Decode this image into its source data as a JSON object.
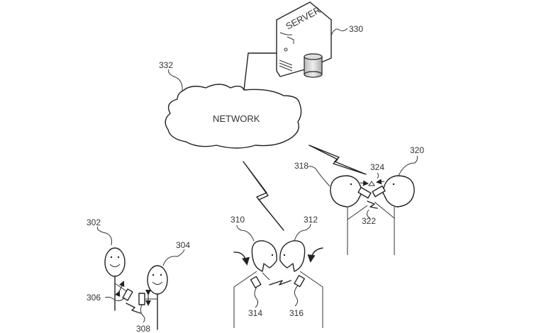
{
  "diagram": {
    "server": {
      "label": "SERVER",
      "ref": "330"
    },
    "network": {
      "label": "NETWORK",
      "ref": "332"
    },
    "people": [
      {
        "ref": "302",
        "description": "person (smiling, standing)"
      },
      {
        "ref": "304",
        "description": "person (smiling, standing)"
      },
      {
        "ref": "310",
        "description": "person (head tilted toward partner)"
      },
      {
        "ref": "312",
        "description": "person (head tilted toward partner)"
      },
      {
        "ref": "318",
        "description": "person (facing partner)"
      },
      {
        "ref": "320",
        "description": "person (facing partner)"
      }
    ],
    "devices": [
      {
        "ref": "306",
        "description": "wearable device (moving)"
      },
      {
        "ref": "308",
        "description": "wearable device (moving)"
      },
      {
        "ref": "314",
        "description": "wearable device"
      },
      {
        "ref": "316",
        "description": "wearable device"
      },
      {
        "ref": "322",
        "description": "devices in contact"
      },
      {
        "ref": "324",
        "description": "contact point"
      }
    ],
    "connections": [
      {
        "from": "332",
        "to": "330",
        "type": "wired"
      },
      {
        "from": "332",
        "to": "310/312",
        "type": "wireless"
      },
      {
        "from": "332",
        "to": "318/320",
        "type": "wireless"
      },
      {
        "from": "306",
        "to": "308",
        "type": "wireless"
      },
      {
        "from": "314",
        "to": "316",
        "type": "wireless"
      },
      {
        "from": "322",
        "to": "324",
        "type": "wireless"
      }
    ]
  }
}
